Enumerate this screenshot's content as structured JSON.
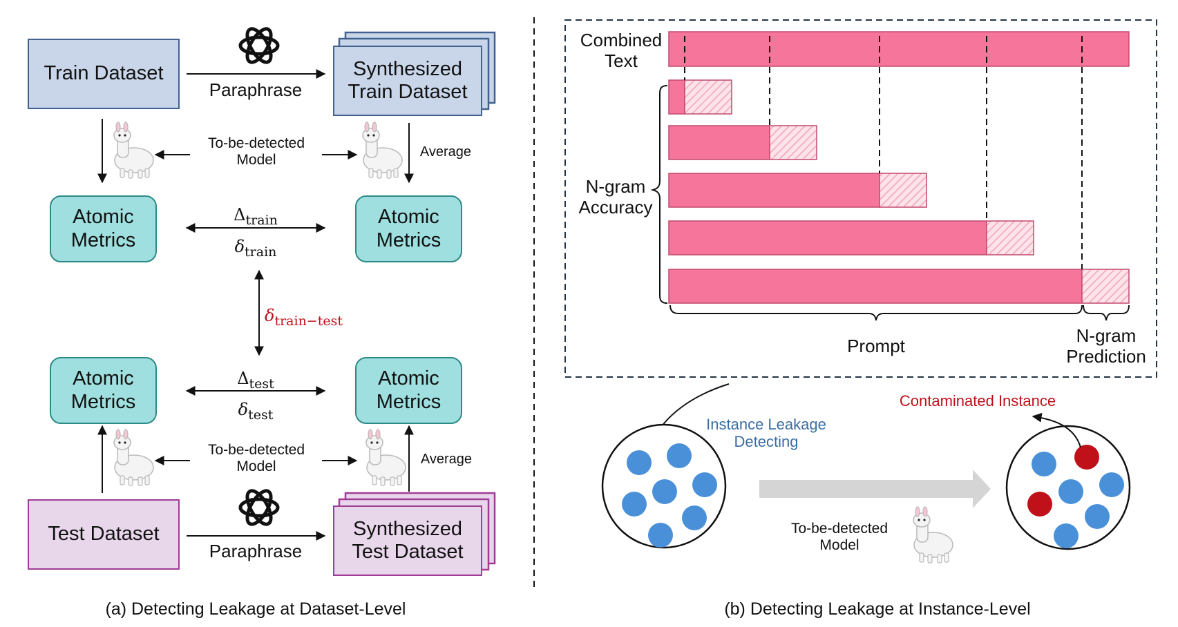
{
  "left": {
    "train_dataset": "Train Dataset",
    "synth_train": [
      "Synthesized",
      "Train Dataset"
    ],
    "test_dataset": "Test Dataset",
    "synth_test": [
      "Synthesized",
      "Test Dataset"
    ],
    "paraphrase": "Paraphrase",
    "tbd_model": [
      "To-be-detected",
      "Model"
    ],
    "average": "Average",
    "atomic_metrics": [
      "Atomic",
      "Metrics"
    ],
    "delta_train": {
      "sym": "Δ",
      "sub": "train"
    },
    "small_delta_train": {
      "sym": "δ",
      "sub": "train"
    },
    "delta_test": {
      "sym": "Δ",
      "sub": "test"
    },
    "small_delta_test": {
      "sym": "δ",
      "sub": "test"
    },
    "delta_train_test": {
      "sym": "δ",
      "sub": "train−test"
    },
    "caption": "(a) Detecting Leakage at Dataset-Level"
  },
  "right": {
    "combined_text": [
      "Combined",
      "Text"
    ],
    "ngram_accuracy": [
      "N-gram",
      "Accuracy"
    ],
    "prompt": "Prompt",
    "ngram_prediction": [
      "N-gram",
      "Prediction"
    ],
    "instance_leakage": [
      "Instance Leakage",
      "Detecting"
    ],
    "contaminated": "Contaminated Instance",
    "tbd_model": [
      "To-be-detected",
      "Model"
    ],
    "caption": "(b) Detecting Leakage at Instance-Level"
  },
  "colors": {
    "pink_bar": "#f5769a",
    "teal_fill": "#9fdfdf",
    "blue_fill": "#c9d6ea",
    "purple_fill": "#e8d6ea",
    "blue_dot": "#4a90d9",
    "red_dot": "#c0101a",
    "red_text": "#c0101a",
    "blue_text": "#3a6ea5"
  }
}
